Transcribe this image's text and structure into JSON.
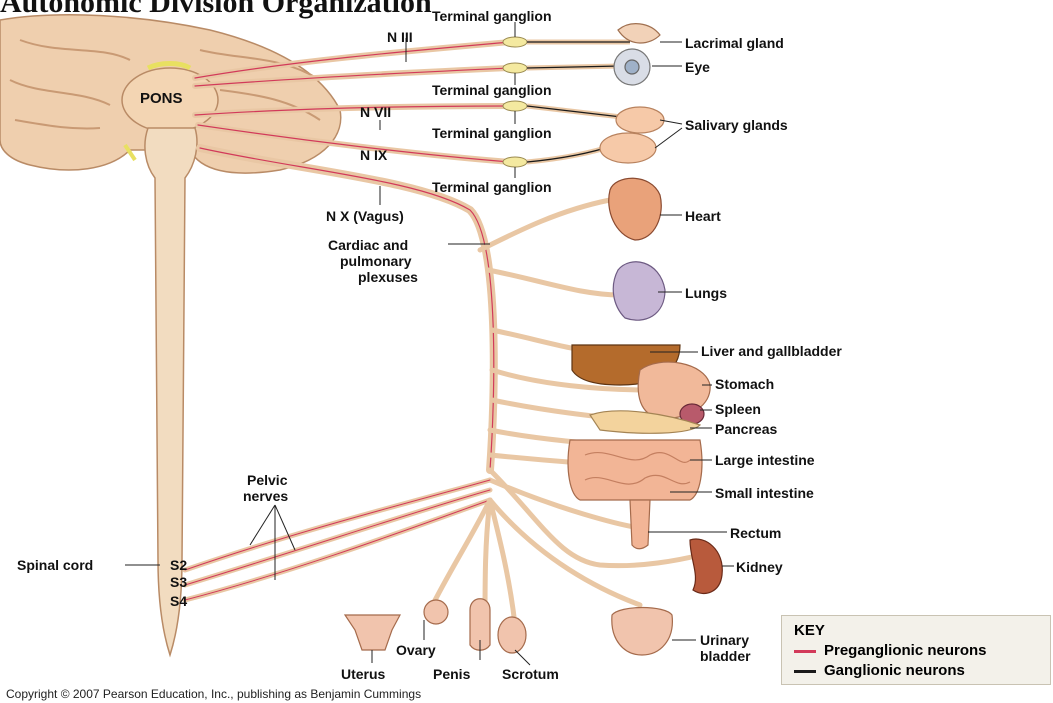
{
  "title": "Autonomic Division Organization",
  "structures": {
    "pons": "PONS",
    "spinal_cord": "Spinal cord",
    "s2": "S2",
    "s3": "S3",
    "s4": "S4"
  },
  "nerves": {
    "n3": "N III",
    "n7": "N VII",
    "n9": "N IX",
    "n10": "N X (Vagus)",
    "plexus_1": "Cardiac and",
    "plexus_2": "pulmonary",
    "plexus_3": "plexuses",
    "pelvic_1": "Pelvic",
    "pelvic_2": "nerves"
  },
  "ganglia": {
    "g1": "Terminal ganglion",
    "g2": "Terminal ganglion",
    "g3": "Terminal ganglion",
    "g4": "Terminal ganglion"
  },
  "organs": {
    "lacrimal": "Lacrimal gland",
    "eye": "Eye",
    "salivary": "Salivary glands",
    "heart": "Heart",
    "lungs": "Lungs",
    "liver": "Liver and gallbladder",
    "stomach": "Stomach",
    "spleen": "Spleen",
    "pancreas": "Pancreas",
    "large_intestine": "Large intestine",
    "small_intestine": "Small intestine",
    "rectum": "Rectum",
    "kidney": "Kidney",
    "bladder_1": "Urinary",
    "bladder_2": "bladder",
    "ovary": "Ovary",
    "uterus": "Uterus",
    "penis": "Penis",
    "scrotum": "Scrotum"
  },
  "key": {
    "title": "KEY",
    "pre": "Preganglionic neurons",
    "gang": "Ganglionic neurons",
    "pre_color": "#d23a5a",
    "gang_color": "#1a1a1a"
  },
  "colors": {
    "nerve": "#e9c7a4",
    "nerve_edge": "#c79a76",
    "brain": "#efcfae",
    "cord": "#f2dcc0"
  },
  "copyright": "Copyright © 2007 Pearson Education, Inc., publishing as Benjamin Cummings"
}
